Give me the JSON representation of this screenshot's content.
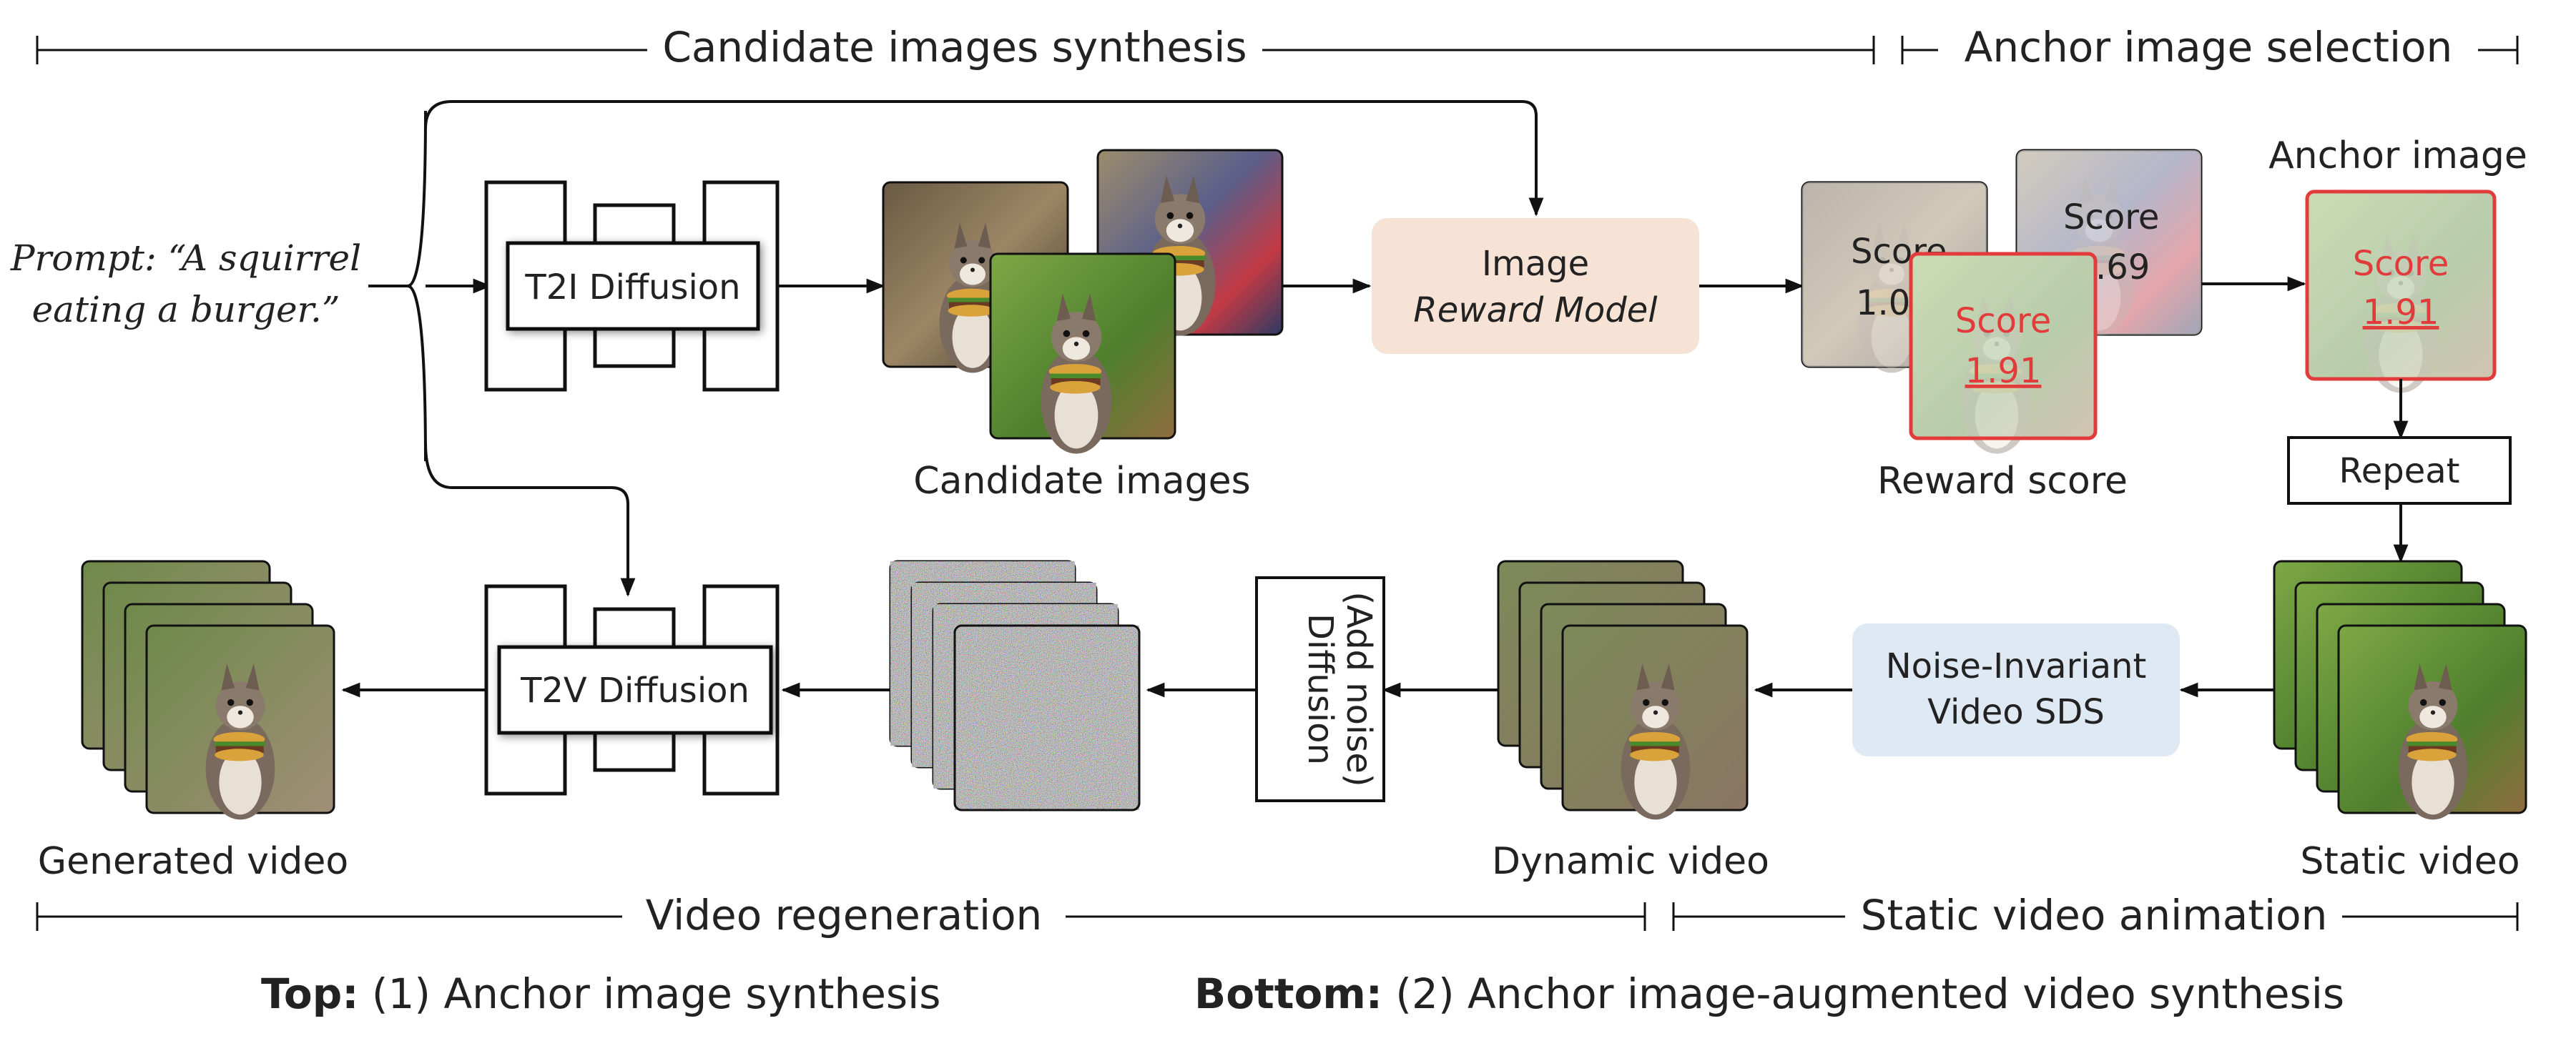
{
  "colors": {
    "line": "#111111",
    "reward_box_fill": "#f7e3d6",
    "sds_box_fill": "#dfe9f4",
    "highlight_red": "#e23b3b",
    "squirrel_bg_green": "#5e8f37",
    "squirrel_fur": "#7a6a5d"
  },
  "sections": {
    "top_left": "Candidate images synthesis",
    "top_right": "Anchor image selection",
    "bottom_left": "Video regeneration",
    "bottom_right": "Static video animation"
  },
  "prompt": {
    "line1": "Prompt: “A squirrel",
    "line2": "eating a burger.”"
  },
  "nodes": {
    "t2i": "T2I Diffusion",
    "t2v": "T2V Diffusion",
    "reward_line1": "Image",
    "reward_line2": "Reward Model",
    "repeat": "Repeat",
    "sds_line1": "Noise-Invariant",
    "sds_line2": "Video SDS",
    "diffusion_line1": "Diffusion",
    "diffusion_line2": "(Add noise)"
  },
  "scores": {
    "label": "Score",
    "back_left": "1.0",
    "back_right": ".69",
    "front": "1.91",
    "anchor": "1.91"
  },
  "labels": {
    "candidate_images": "Candidate images",
    "reward_score": "Reward score",
    "anchor_image": "Anchor image",
    "static_video": "Static video",
    "dynamic_video": "Dynamic video",
    "generated_video": "Generated video"
  },
  "caption": {
    "top_bold": "Top:",
    "top_rest": " (1) Anchor image synthesis",
    "bottom_bold": "Bottom:",
    "bottom_rest": " (2) Anchor image-augmented video synthesis"
  },
  "icons": [
    "squirrel-image",
    "noise-frame",
    "arrow-head"
  ]
}
